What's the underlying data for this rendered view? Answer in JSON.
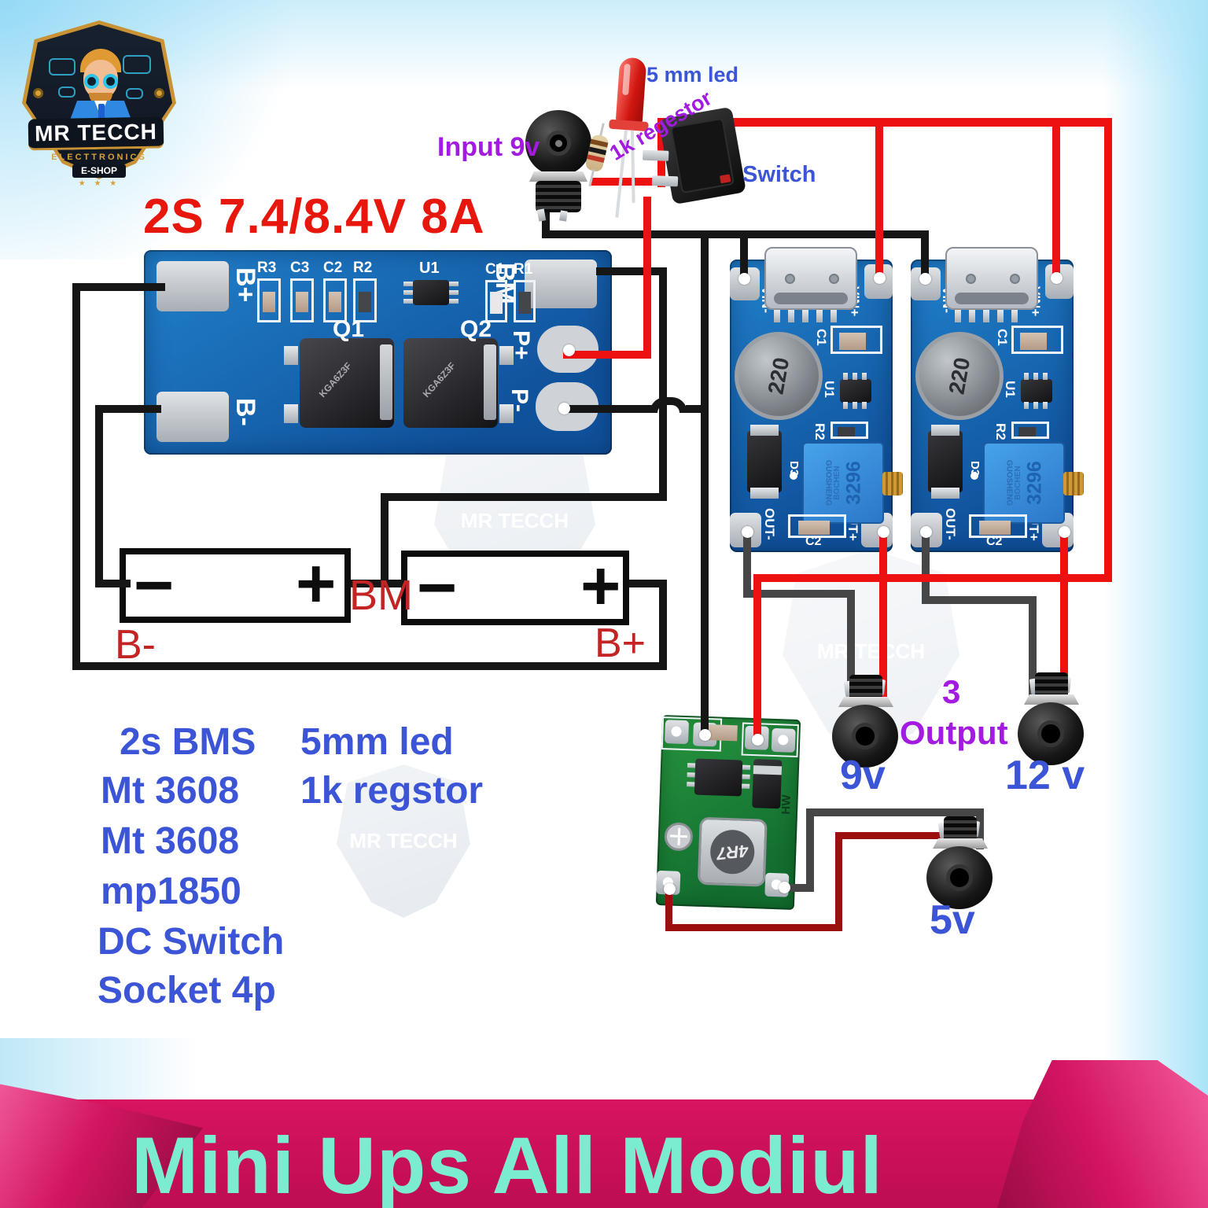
{
  "logo": {
    "name": "MR TECCH",
    "line2": "ELECTTRONICS",
    "line3": "E-SHOP",
    "stars": "★ ★ ★"
  },
  "title": "2S 7.4/8.4V 8A",
  "callouts": {
    "input": "Input 9v",
    "led": "5 mm led",
    "resistor": "1k regestor",
    "switch": "Switch",
    "out_count": "3",
    "out_word": "Output",
    "v9": "9v",
    "v12": "12 v",
    "v5": "5v"
  },
  "bms": {
    "b_plus": "B+",
    "b_minus": "B-",
    "bm": "BM",
    "p_plus": "P+",
    "p_minus": "P-",
    "r3": "R3",
    "c3": "C3",
    "c2": "C2",
    "r2": "R2",
    "u1": "U1",
    "c1": "C1",
    "r1": "R1",
    "q1": "Q1",
    "q2": "Q2",
    "mosfet": "KGA6Z3F"
  },
  "battery": {
    "minus": "−",
    "plus": "+",
    "bm": "BM",
    "b_minus": "B-",
    "b_plus": "B+"
  },
  "boost": {
    "vin_minus": "VIN-",
    "vin_plus": "VIN+",
    "out_minus": "OUT-",
    "out_plus": "OUT+",
    "c1": "C1",
    "u1": "U1",
    "r2": "R2",
    "d3": "D3",
    "c2": "C2",
    "inductor": "220",
    "trimmer": "3296",
    "brand": "BOCHEN",
    "brand2": "GUOSHENG"
  },
  "buck": {
    "inductor": "4R7",
    "hw": "HW"
  },
  "parts_col1": [
    "2s BMS",
    "Mt 3608",
    "Mt 3608",
    "mp1850",
    "DC Switch",
    "Socket 4p"
  ],
  "parts_col2": [
    "5mm led",
    "1k regstor"
  ],
  "banner": "Mini Ups All Modiul",
  "colors": {
    "wire_red": "#ee1111",
    "wire_black": "#161616",
    "wire_gray": "#464646",
    "wire_dark_red": "#9b0f0f",
    "label_blue": "#3b55d6",
    "label_purple": "#a31ae0",
    "label_dark_red": "#c32525",
    "title_red": "#e8170d",
    "banner_bg": "#d8145f",
    "banner_text": "#7cecce"
  }
}
